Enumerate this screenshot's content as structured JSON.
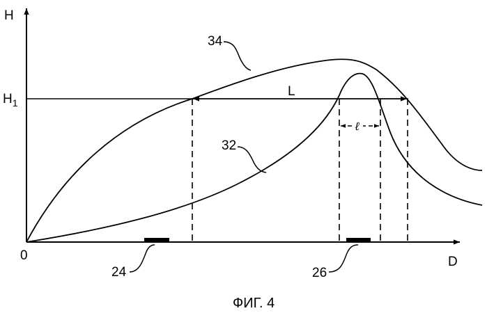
{
  "axes": {
    "y_label": "H",
    "x_label": "D",
    "origin_label": "0",
    "threshold_label": "H",
    "threshold_subscript": "1"
  },
  "annotations": {
    "L": "L",
    "l": "ℓ"
  },
  "curves": [
    {
      "label": "34"
    },
    {
      "label": "32"
    }
  ],
  "markers": [
    {
      "label": "24"
    },
    {
      "label": "26"
    }
  ],
  "caption": "ФИГ. 4"
}
